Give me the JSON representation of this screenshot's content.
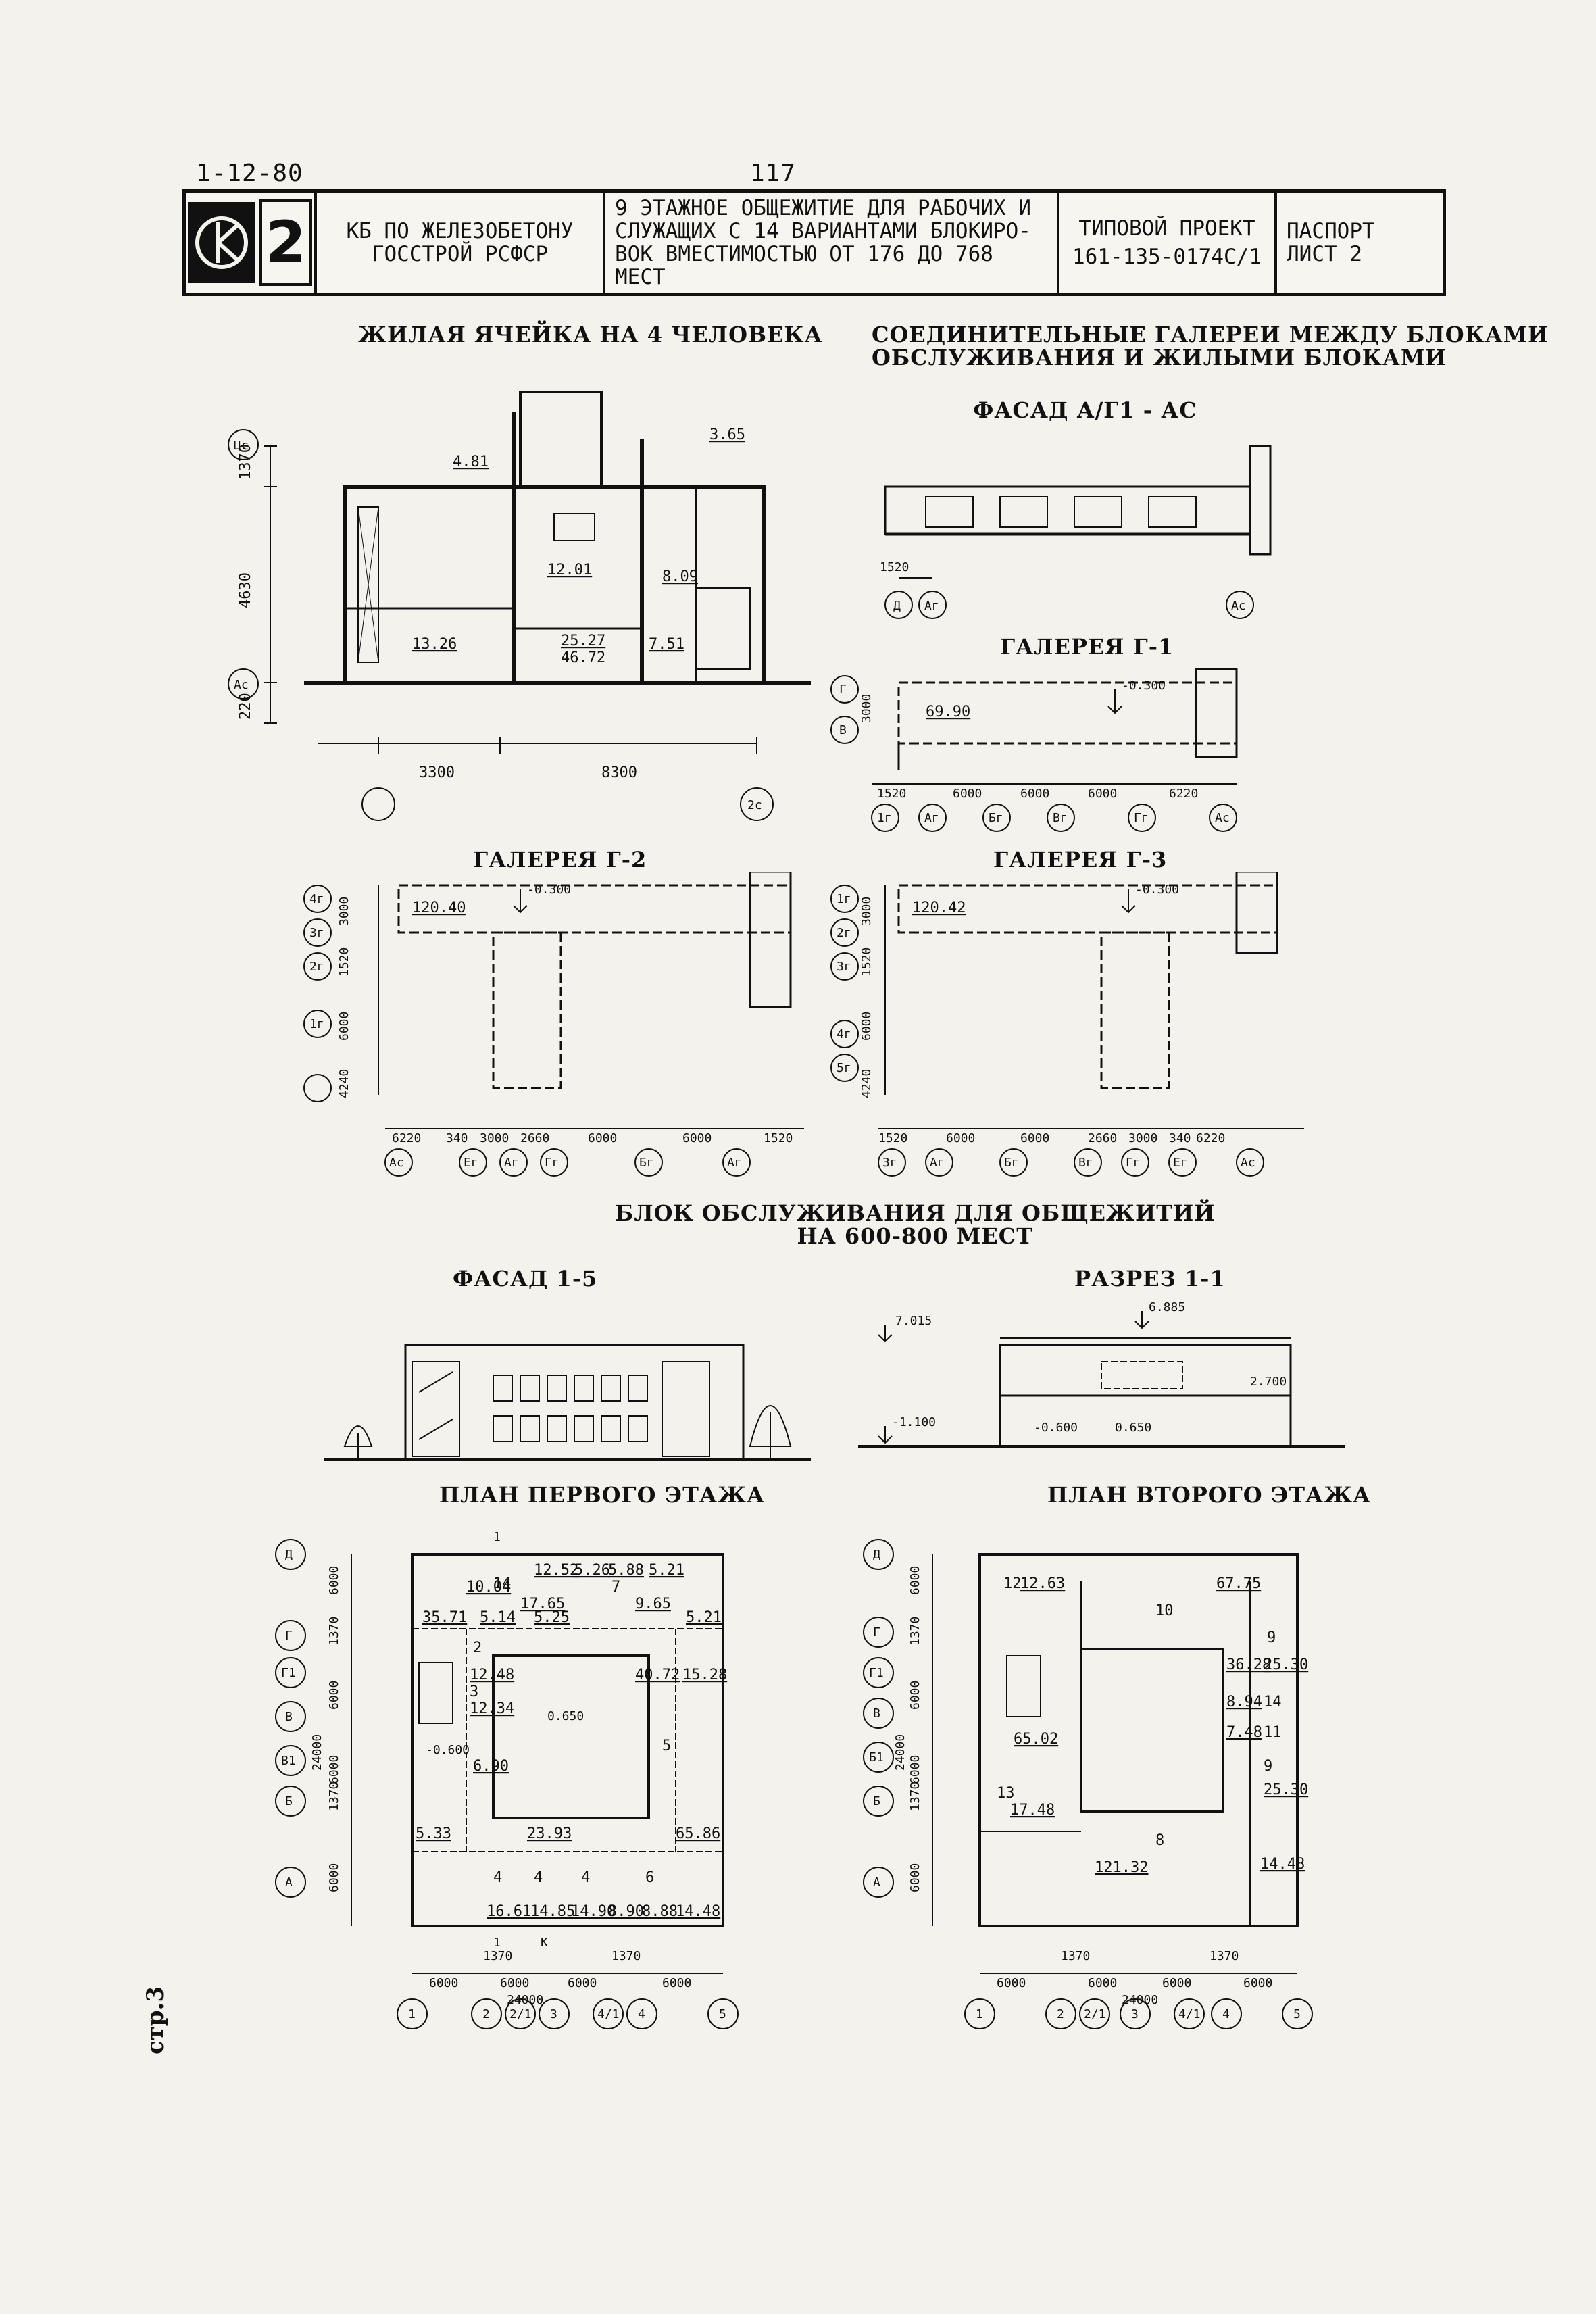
{
  "header": {
    "doc_code": "1-12-80",
    "page_number": "117"
  },
  "title_block": {
    "logo_letter": "СК",
    "logo_number": "2",
    "organization": [
      "КБ ПО ЖЕЛЕЗОБЕТОНУ",
      "ГОССТРОЙ РСФСР"
    ],
    "project_title": [
      "9 ЭТАЖНОЕ ОБЩЕЖИТИЕ ДЛЯ РАБОЧИХ И",
      "СЛУЖАЩИХ С 14 ВАРИАНТАМИ БЛОКИРО-",
      "ВОК ВМЕСТИМОСТЬЮ ОТ 176 ДО 768 МЕСТ"
    ],
    "project_type": [
      "ТИПОВОЙ ПРОЕКТ",
      "161-135-0174с/1"
    ],
    "sheet": [
      "ПАСПОРТ",
      "ЛИСТ 2"
    ]
  },
  "sections": {
    "living_cell": {
      "title": "ЖИЛАЯ ЯЧЕЙКА НА 4 ЧЕЛОВЕКА",
      "areas": [
        "4.81",
        "3.65",
        "12.01",
        "8.09",
        "13.26",
        "25.27",
        "46.72",
        "7.51"
      ],
      "dims_vertical": [
        "1370",
        "4630",
        "220"
      ],
      "dims_horizontal": [
        "3300",
        "8300"
      ],
      "axes": [
        "Цс",
        "Ас",
        "2с"
      ]
    },
    "galleries": {
      "title": [
        "СОЕДИНИТЕЛЬНЫЕ ГАЛЕРЕИ МЕЖДУ БЛОКАМИ",
        "ОБСЛУЖИВАНИЯ И ЖИЛЫМИ БЛОКАМИ"
      ],
      "facade_title": "ФАСАД А/Г1 - Ас",
      "facade_dim": "1520",
      "facade_axes": [
        "Д",
        "Аг",
        "Ас"
      ],
      "g1": {
        "title": "ГАЛЕРЕЯ Г-1",
        "level": "-0.300",
        "area": "69.90",
        "dims_vertical": [
          "3000"
        ],
        "dims_horizontal": [
          "1520",
          "6000",
          "6000",
          "6000",
          "6220"
        ],
        "axes_left": [
          "Г",
          "В"
        ],
        "axes_bottom": [
          "1г",
          "Аг",
          "Бг",
          "Вг",
          "Гг",
          "Ас"
        ]
      },
      "g2": {
        "title": "ГАЛЕРЕЯ Г-2",
        "level": "-0.300",
        "area": "120.40",
        "dims_vertical": [
          "3000",
          "1520",
          "6000",
          "4240"
        ],
        "dims_horizontal": [
          "6220",
          "340",
          "3000",
          "2660",
          "6000",
          "6000",
          "1520"
        ],
        "axes_left": [
          "4г",
          "3г",
          "2г",
          "1г"
        ],
        "axes_bottom": [
          "Ас",
          "Ег",
          "Аг",
          "Гг",
          "Бг",
          "Аг"
        ]
      },
      "g3": {
        "title": "ГАЛЕРЕЯ Г-3",
        "level": "-0.300",
        "area": "120.42",
        "dims_vertical": [
          "3000",
          "1520",
          "6000",
          "4240"
        ],
        "dims_horizontal": [
          "1520",
          "6000",
          "6000",
          "2660",
          "3000",
          "340",
          "6220"
        ],
        "axes_left": [
          "1г",
          "2г",
          "3г",
          "4г",
          "5г"
        ],
        "axes_bottom": [
          "Зг",
          "Аг",
          "Бг",
          "Вг",
          "Гг",
          "Ег",
          "Ас"
        ]
      }
    },
    "service_block": {
      "title": [
        "БЛОК ОБСЛУЖИВАНИЯ ДЛЯ ОБЩЕЖИТИЙ",
        "НА 600-800 МЕСТ"
      ],
      "facade_title": "ФАСАД 1-5",
      "section_title": "РАЗРЕЗ 1-1",
      "section_levels": [
        "7.015",
        "6.885",
        "2.700",
        "-1.100",
        "-0.600",
        "0.650"
      ],
      "plan1": {
        "title": "ПЛАН ПЕРВОГО ЭТАЖА",
        "areas": [
          "12.52",
          "5.26",
          "5.88",
          "5.21",
          "10.04",
          "17.65",
          "9.65",
          "35.71",
          "5.14",
          "5.25",
          "5.21",
          "12.48",
          "40.72",
          "15.28",
          "12.34",
          "0.650",
          "-0.600",
          "6.90",
          "23.93",
          "5.33",
          "65.86",
          "16.61",
          "14.85",
          "14.90",
          "8.90",
          "8.88",
          "14.48"
        ],
        "rooms": [
          "14",
          "7",
          "2",
          "3",
          "5",
          "4",
          "4",
          "4",
          "6"
        ],
        "dims_vertical": [
          "6000",
          "1370",
          "6000",
          "24000",
          "6000",
          "1370",
          "6000"
        ],
        "dims_horizontal": [
          "6000",
          "1370",
          "6000",
          "24000",
          "6000",
          "1370",
          "6000"
        ],
        "axes_left": [
          "Д",
          "Г",
          "Г1",
          "В",
          "В1",
          "Б",
          "А"
        ],
        "axes_bottom": [
          "1",
          "2",
          "2/1",
          "3",
          "4/1",
          "4",
          "5"
        ],
        "section_marks": [
          "1",
          "1",
          "К"
        ]
      },
      "plan2": {
        "title": "ПЛАН ВТОРОГО ЭТАЖА",
        "areas": [
          "12.63",
          "67.75",
          "36.28",
          "25.30",
          "8.94",
          "7.48",
          "65.02",
          "17.48",
          "25.30",
          "121.32",
          "14.48"
        ],
        "rooms": [
          "12",
          "10",
          "9",
          "14",
          "11",
          "9",
          "13",
          "8"
        ],
        "dims_vertical": [
          "6000",
          "1370",
          "6000",
          "24000",
          "6000",
          "1370",
          "6000"
        ],
        "dims_horizontal": [
          "6000",
          "1370",
          "6000",
          "24000",
          "6000",
          "1370",
          "6000"
        ],
        "axes_left": [
          "Д",
          "Г",
          "Г1",
          "В",
          "Б1",
          "Б",
          "А"
        ],
        "axes_bottom": [
          "1",
          "2",
          "2/1",
          "3",
          "4/1",
          "4",
          "5"
        ]
      }
    }
  },
  "margin_note": "стр.3"
}
